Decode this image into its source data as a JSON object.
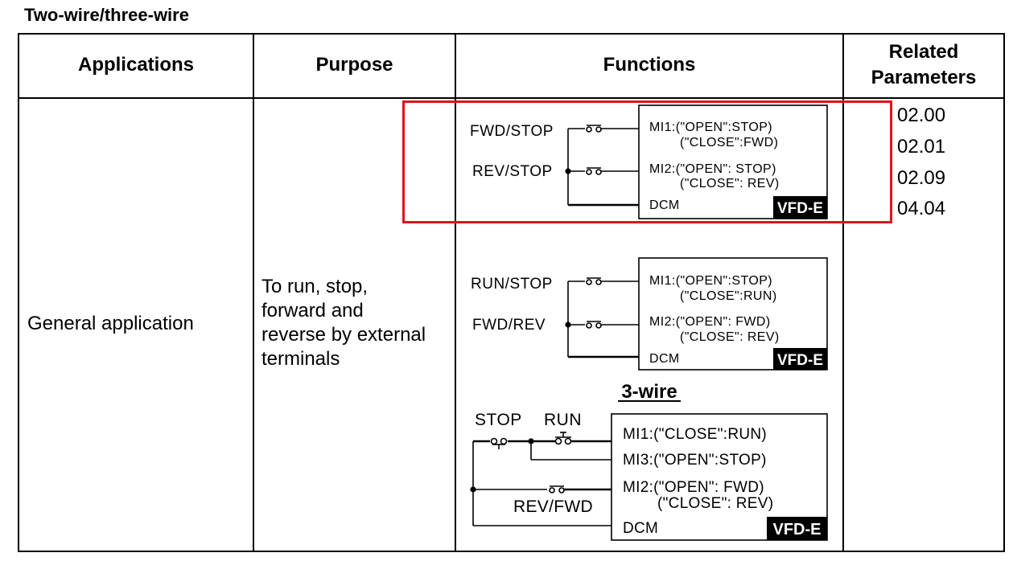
{
  "section_title": "Two-wire/three-wire",
  "headers": {
    "applications": "Applications",
    "purpose": "Purpose",
    "functions": "Functions",
    "related_line1": "Related",
    "related_line2": "Parameters"
  },
  "row": {
    "application": "General application",
    "purpose_lines": [
      "To run, stop,",
      "forward and",
      "reverse by external",
      "terminals"
    ],
    "parameters": [
      "02.00",
      "02.01",
      "02.09",
      "04.04"
    ]
  },
  "diagram1": {
    "label_top": "FWD/STOP",
    "label_bottom": "REV/STOP",
    "mi1_a": "MI1:(\"OPEN\":STOP)",
    "mi1_b": "(\"CLOSE\":FWD)",
    "mi2_a": "MI2:(\"OPEN\": STOP)",
    "mi2_b": "(\"CLOSE\": REV)",
    "dcm": "DCM",
    "badge": "VFD-E"
  },
  "diagram2": {
    "label_top": "RUN/STOP",
    "label_bottom": "FWD/REV",
    "mi1_a": "MI1:(\"OPEN\":STOP)",
    "mi1_b": "(\"CLOSE\":RUN)",
    "mi2_a": "MI2:(\"OPEN\": FWD)",
    "mi2_b": "(\"CLOSE\": REV)",
    "dcm": "DCM",
    "badge": "VFD-E"
  },
  "diagram3": {
    "title": "3-wire",
    "stop": "STOP",
    "run": "RUN",
    "revfwd": "REV/FWD",
    "mi1": "MI1:(\"CLOSE\":RUN)",
    "mi3": "MI3:(\"OPEN\":STOP)",
    "mi2_a": "MI2:(\"OPEN\": FWD)",
    "mi2_b": "(\"CLOSE\": REV)",
    "dcm": "DCM",
    "badge": "VFD-E"
  },
  "highlight_color": "#e0121b"
}
